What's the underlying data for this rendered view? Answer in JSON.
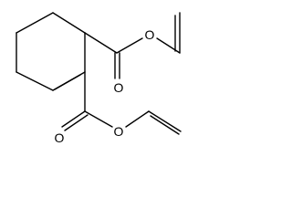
{
  "molecule": {
    "atoms": {
      "ester1_carbonyl_oxygen": "O",
      "ester1_ether_oxygen": "O",
      "ester2_carbonyl_oxygen": "O",
      "ester2_ether_oxygen": "O"
    }
  }
}
